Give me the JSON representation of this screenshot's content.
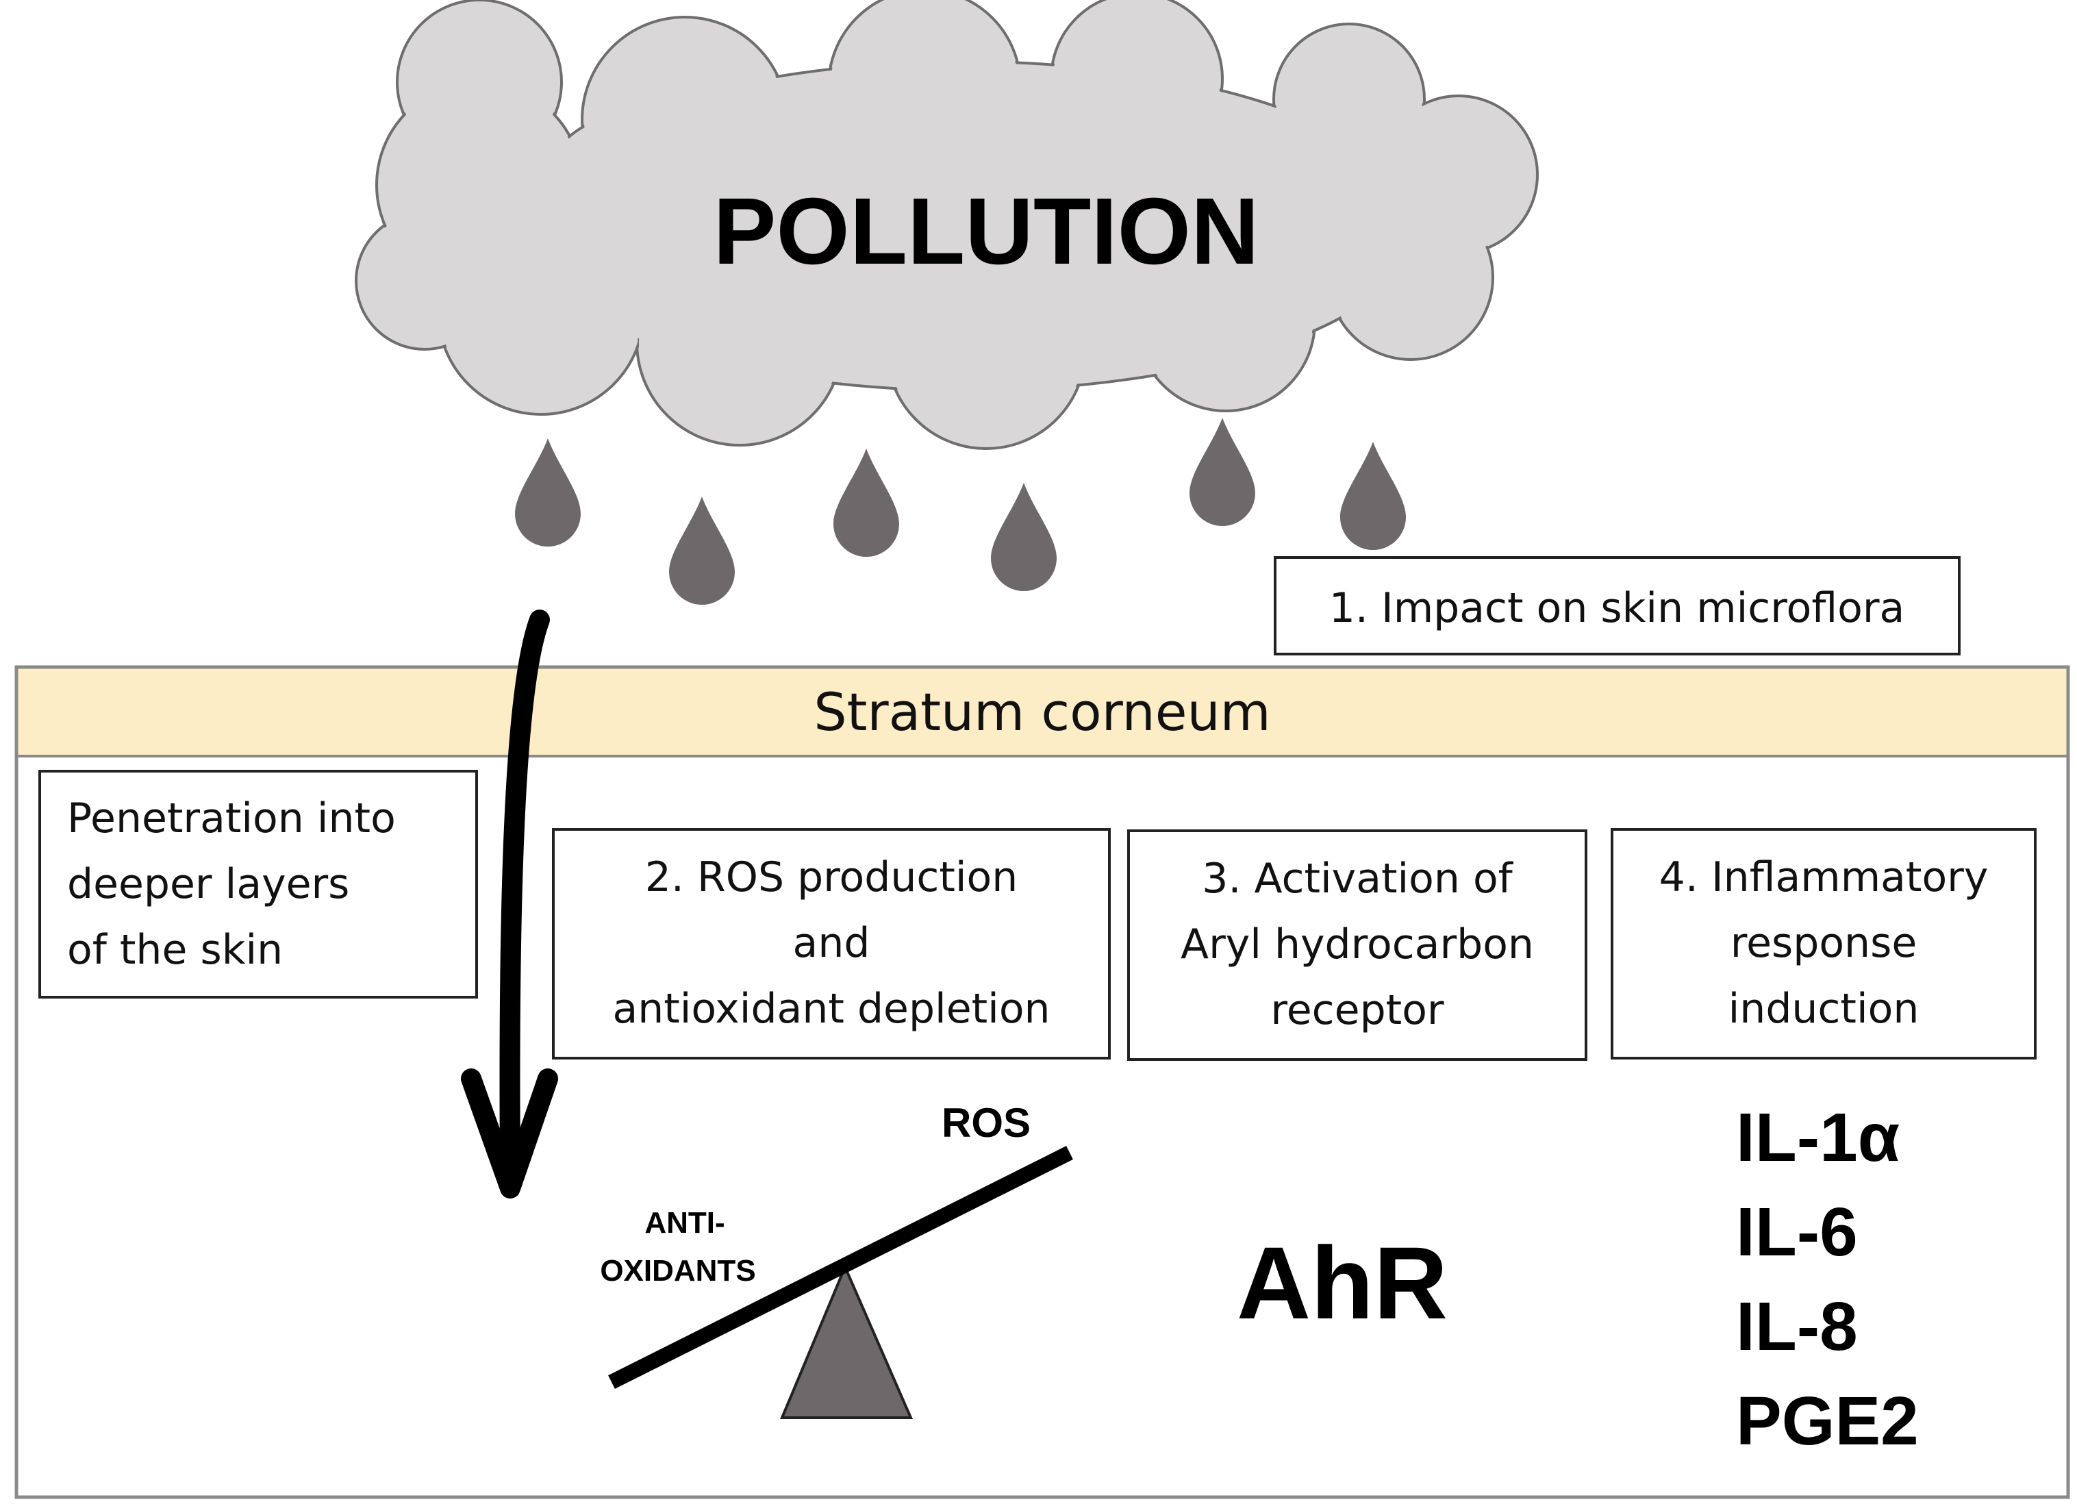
{
  "cloud": {
    "label": "POLLUTION",
    "fill": "#d9d7d7",
    "stroke": "#6e6e6e"
  },
  "drops": {
    "fill": "#6d6869",
    "count": 6
  },
  "skin": {
    "stratum_label": "Stratum corneum",
    "stratum_fill": "#fdedc6",
    "border": "#8a8a8a"
  },
  "boxes": {
    "microflora": [
      "1. Impact on skin microflora"
    ],
    "penetration": [
      "Penetration into",
      "deeper layers",
      "of the skin"
    ],
    "ros": [
      "2. ROS production",
      "and",
      "antioxidant depletion"
    ],
    "ahr_activation": [
      "3. Activation of",
      "Aryl hydrocarbon",
      "receptor"
    ],
    "inflammatory": [
      "4. Inflammatory",
      "response",
      "induction"
    ]
  },
  "balance": {
    "heavy_label": "ROS",
    "light_label": [
      "ANTI-",
      "OXIDANTS"
    ],
    "fulcrum_fill": "#6d6869"
  },
  "ahr": {
    "label": "AhR"
  },
  "cytokines": [
    "IL-1α",
    "IL-6",
    "IL-8",
    "PGE2"
  ]
}
